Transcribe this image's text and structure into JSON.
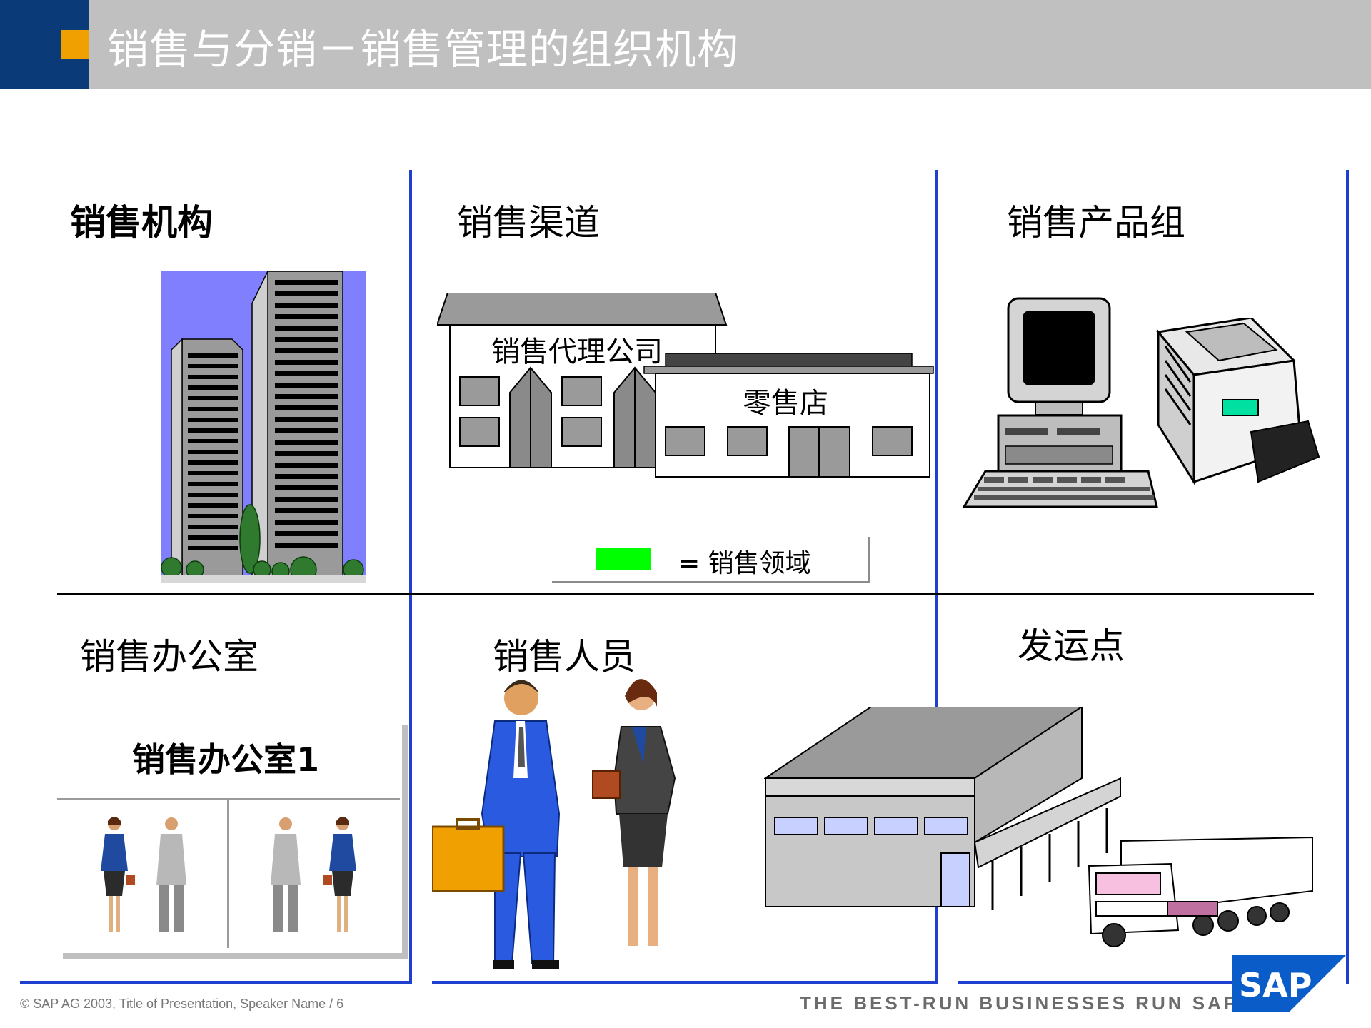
{
  "header": {
    "title": "销售与分销－销售管理的组织机构"
  },
  "sections": {
    "sales_org": "销售机构",
    "distribution_channel": "销售渠道",
    "division": "销售产品组",
    "sales_office": "销售办公室",
    "sales_person": "销售人员",
    "shipping_point": "发运点"
  },
  "channel": {
    "agency_label": "销售代理公司",
    "retail_label": "零售店",
    "legend_text": "= 销售领域"
  },
  "office": {
    "office_1_label": "销售办公室1"
  },
  "footer": {
    "copyright": "©   SAP AG 2003, Title of Presentation, Speaker Name / 6",
    "tagline": "THE BEST-RUN BUSINESSES RUN SAP",
    "logo_text": "SAP"
  },
  "colors": {
    "header_gray": "#c0c0c0",
    "header_navy": "#0a3a78",
    "accent_orange": "#f0a000",
    "divider_blue": "#1f3fd0",
    "legend_green": "#00ff00",
    "sky_purple": "#8080ff"
  }
}
